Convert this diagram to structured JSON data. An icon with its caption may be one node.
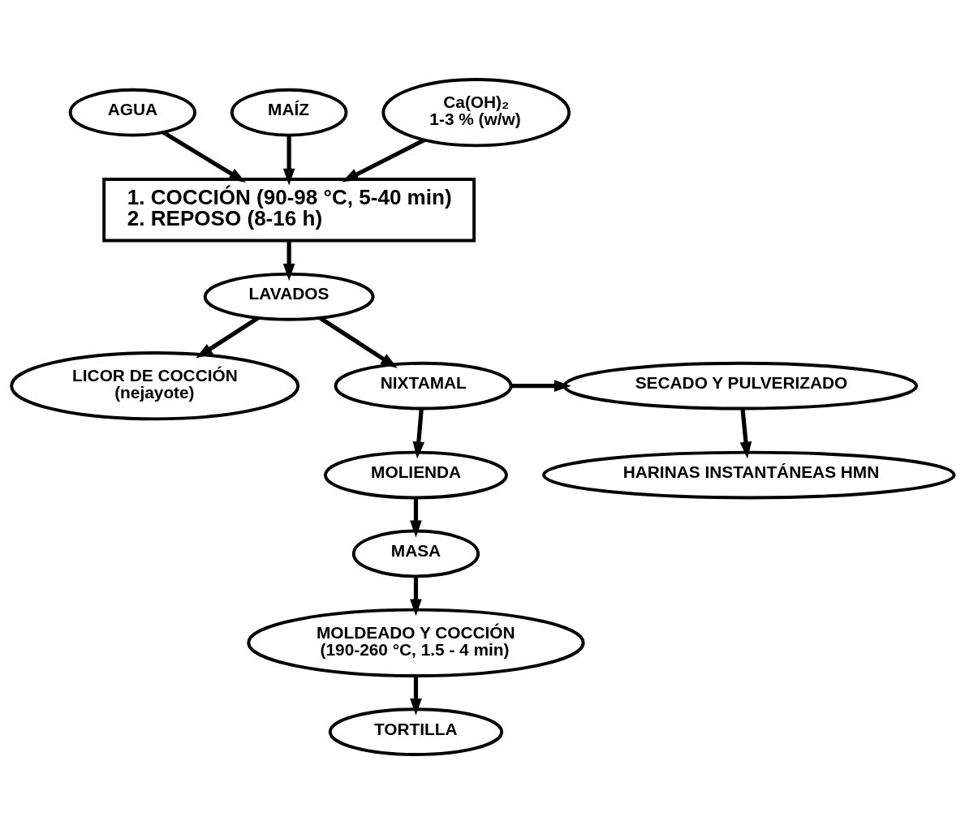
{
  "diagram": {
    "nodes": [
      {
        "text": [
          "AGUA"
        ]
      },
      {
        "text": [
          "MAÍZ"
        ]
      },
      {
        "text": [
          "Ca(OH)₂",
          "1-3 % (w/w)"
        ]
      },
      {
        "text": [
          "1. COCCIÓN (90-98 °C, 5-40 min)",
          "2. REPOSO (8-16 h)"
        ]
      },
      {
        "text": [
          "LAVADOS"
        ]
      },
      {
        "text": [
          "LICOR DE COCCIÓN",
          "(nejayote)"
        ]
      },
      {
        "text": [
          "NIXTAMAL"
        ]
      },
      {
        "text": [
          "SECADO Y PULVERIZADO"
        ]
      },
      {
        "text": [
          "MOLIENDA"
        ]
      },
      {
        "text": [
          "MASA"
        ]
      },
      {
        "text": [
          "HARINAS INSTANTÁNEAS HMN"
        ]
      },
      {
        "text": [
          "MOLDEADO Y COCCIÓN",
          "(190-260 °C, 1.5 - 4 min)"
        ]
      },
      {
        "text": [
          "TORTILLA"
        ]
      }
    ],
    "edges": [
      {
        "from": 0,
        "to": 3,
        "arrow": "to"
      },
      {
        "from": 1,
        "to": 3,
        "arrow": "to"
      },
      {
        "from": 2,
        "to": 3,
        "arrow": "to"
      },
      {
        "from": 3,
        "to": 4,
        "arrow": "to"
      },
      {
        "from": 4,
        "to": 5,
        "arrow": "to"
      },
      {
        "from": 4,
        "to": 6,
        "arrow": "to"
      },
      {
        "from": 6,
        "to": 7,
        "arrow": "to"
      },
      {
        "from": 6,
        "to": 8,
        "arrow": "to"
      },
      {
        "from": 7,
        "to": 10,
        "arrow": "to"
      },
      {
        "from": 8,
        "to": 9,
        "arrow": "to"
      },
      {
        "from": 9,
        "to": 11,
        "arrow": "to"
      },
      {
        "from": 11,
        "to": 12,
        "arrow": "to"
      }
    ]
  }
}
